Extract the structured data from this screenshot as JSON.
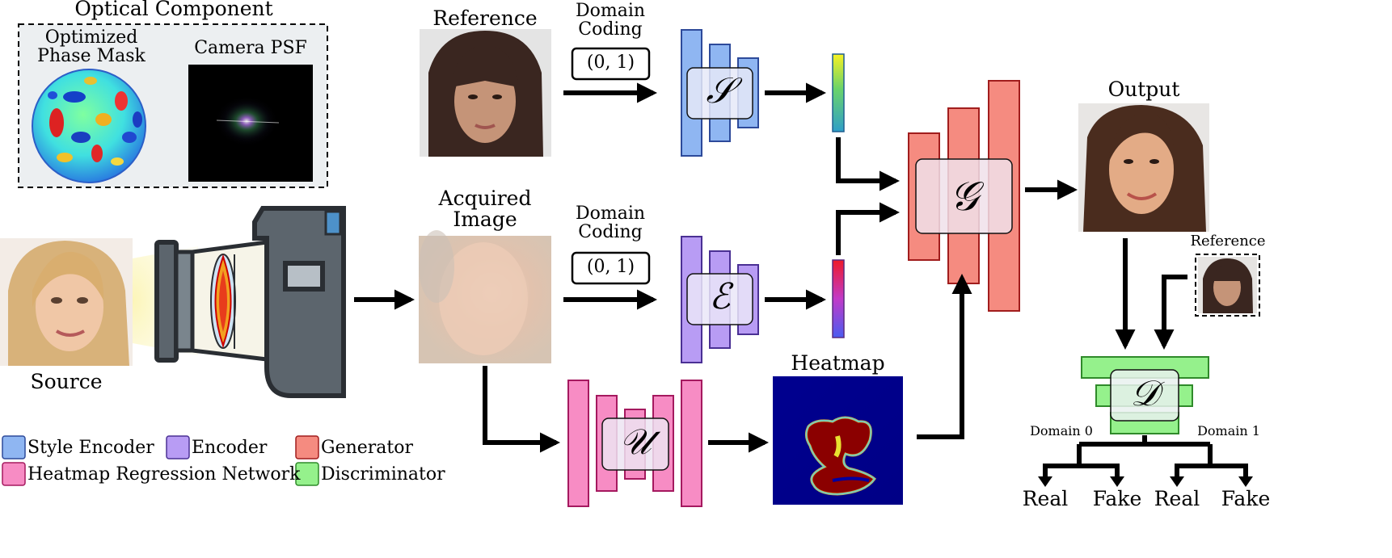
{
  "optical": {
    "title": "Optical Component",
    "phase_mask_label_line1": "Optimized",
    "phase_mask_label_line2": "Phase Mask",
    "psf_label": "Camera PSF"
  },
  "labels": {
    "source": "Source",
    "reference": "Reference",
    "reference_small": "Reference",
    "acquired_line1": "Acquired",
    "acquired_line2": "Image",
    "domain_coding_line1": "Domain",
    "domain_coding_line2": "Coding",
    "domain_code_value": "(0, 1)",
    "heatmap": "Heatmap",
    "output": "Output",
    "domain0": "Domain 0",
    "domain1": "Domain 1",
    "leaf1": "Real",
    "leaf2": "Fake",
    "leaf3": "Real",
    "leaf4": "Fake"
  },
  "networks": {
    "style_encoder_symbol": "𝒮",
    "encoder_symbol": "ℰ",
    "generator_symbol": "𝒢",
    "heatmap_net_symbol": "𝒰",
    "discriminator_symbol": "𝒟"
  },
  "legend": [
    {
      "label": "Style Encoder",
      "color": "#8fb6f2"
    },
    {
      "label": "Encoder",
      "color": "#b89cf4"
    },
    {
      "label": "Generator",
      "color": "#f58b80"
    },
    {
      "label": "Heatmap Regression Network",
      "color": "#f78cc4"
    },
    {
      "label": "Discriminator",
      "color": "#95f18c"
    }
  ],
  "colors": {
    "style_encoder": "#8fb6f2",
    "encoder": "#b89cf4",
    "generator": "#f58b80",
    "heatmap_net": "#f78cc4",
    "discriminator": "#95f18c"
  }
}
